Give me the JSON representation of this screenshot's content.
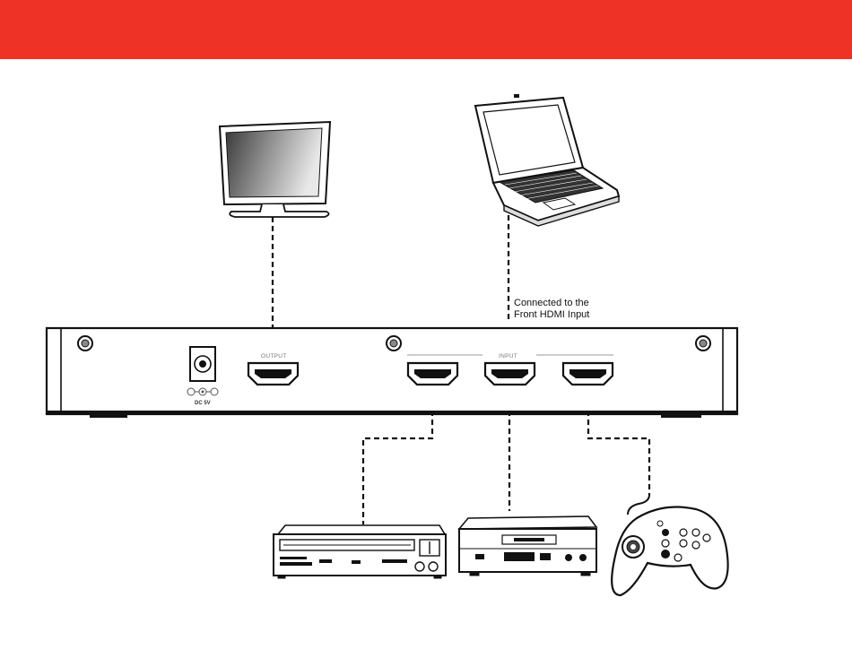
{
  "banner": {
    "color": "#ee3226"
  },
  "annotation": {
    "line1": "Connected to the",
    "line2": "Front HDMI Input"
  },
  "switcher": {
    "output_label": "OUTPUT",
    "input_label": "INPUT",
    "dc_label": "DC 5V"
  },
  "devices": [
    {
      "name": "tv",
      "icon": "flat-screen-tv-icon"
    },
    {
      "name": "laptop",
      "icon": "laptop-icon"
    },
    {
      "name": "dvd-player",
      "icon": "dvd-player-icon"
    },
    {
      "name": "av-receiver",
      "icon": "av-receiver-icon"
    },
    {
      "name": "game-controller",
      "icon": "gamepad-icon"
    }
  ]
}
